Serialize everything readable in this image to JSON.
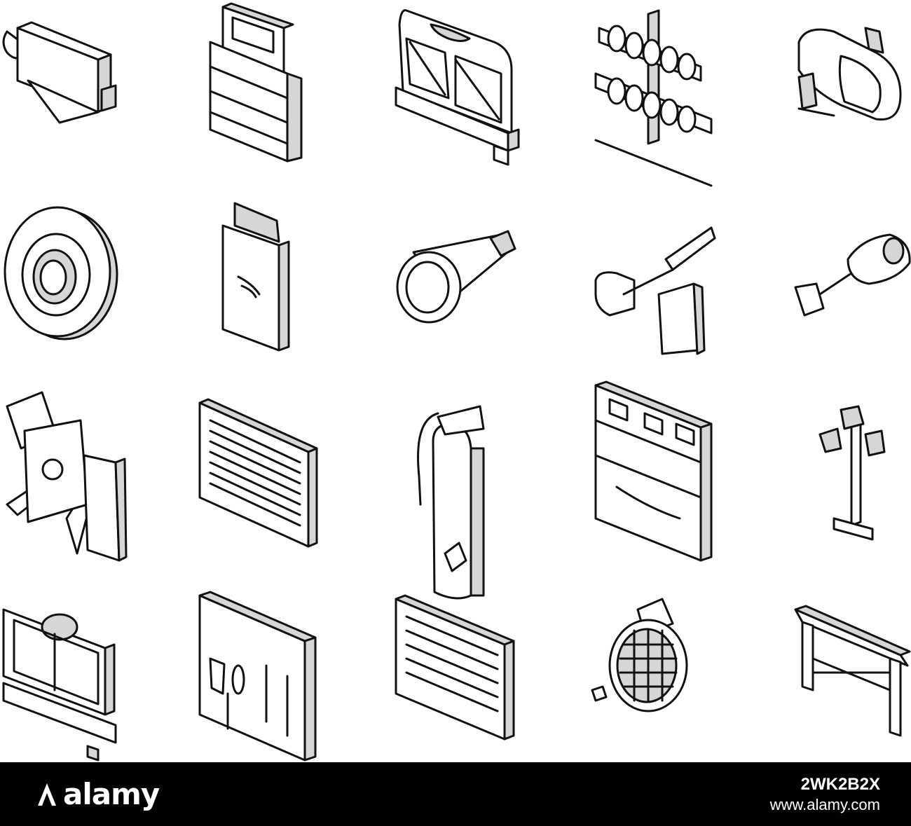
{
  "icon_set": {
    "rows": [
      [
        "ruler-square-icon",
        "file-tray-icon",
        "sandwich-maker-icon",
        "spice-rack-icon",
        "kitchen-scale-icon"
      ],
      [
        "tape-roll-icon",
        "printer-icon",
        "flashlight-icon",
        "cordless-drill-icon",
        "hand-mixer-icon"
      ],
      [
        "ceiling-fan-icon",
        "air-vent-icon",
        "fire-extinguisher-icon",
        "storage-cabinet-icon",
        "lamp-post-icon"
      ],
      [
        "tv-stand-icon",
        "cutlery-drawer-icon",
        "heating-grate-icon",
        "tennis-racket-icon",
        "workbench-icon"
      ]
    ],
    "stroke_color": "#111111",
    "shade_color": "#d6d6d6",
    "background_color": "#ffffff"
  },
  "watermark": {
    "brand": "alamy",
    "image_id": "2WK2B2X",
    "site": "www.alamy.com",
    "bar_color": "#000000",
    "text_color": "#ffffff"
  }
}
